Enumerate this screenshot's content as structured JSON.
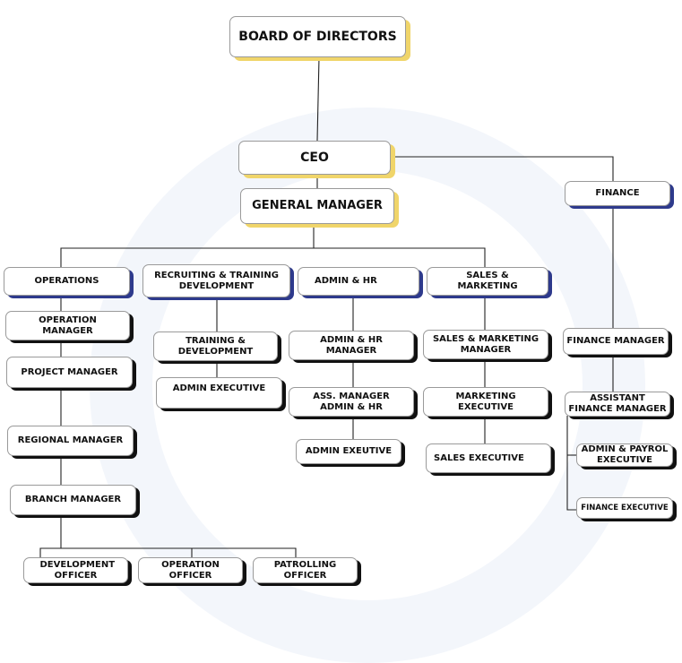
{
  "chart": {
    "board": "BOARD OF DIRECTORS",
    "ceo": "CEO",
    "general_manager": "GENERAL MANAGER",
    "departments": {
      "operations": {
        "label": "OPERATIONS",
        "roles": [
          "OPERATION MANAGER",
          "PROJECT MANAGER",
          "REGIONAL MANAGER",
          "BRANCH MANAGER"
        ],
        "officers": [
          "DEVELOPMENT OFFICER",
          "OPERATION OFFICER",
          "PATROLLING OFFICER"
        ]
      },
      "recruiting": {
        "label": "RECRUITING & TRAINING DEVELOPMENT",
        "roles": [
          "TRAINING & DEVELOPMENT",
          "ADMIN EXECUTIVE"
        ]
      },
      "admin_hr": {
        "label": "ADMIN  & HR",
        "roles": [
          "ADMIN & HR MANAGER",
          "ASS.  MANAGER ADMIN & HR",
          "ADMIN EXEUTIVE"
        ]
      },
      "sales": {
        "label": "SALES & MARKETING",
        "roles": [
          "SALES & MARKETING MANAGER",
          "MARKETING EXECUTIVE",
          "SALES EXECUTIVE"
        ]
      },
      "finance": {
        "label": "FINANCE",
        "roles": [
          "FINANCE MANAGER",
          "ASSISTANT FINANCE MANAGER",
          "ADMIN & PAYROL EXECUTIVE",
          "FINANCE EXECUTIVE"
        ]
      }
    }
  }
}
